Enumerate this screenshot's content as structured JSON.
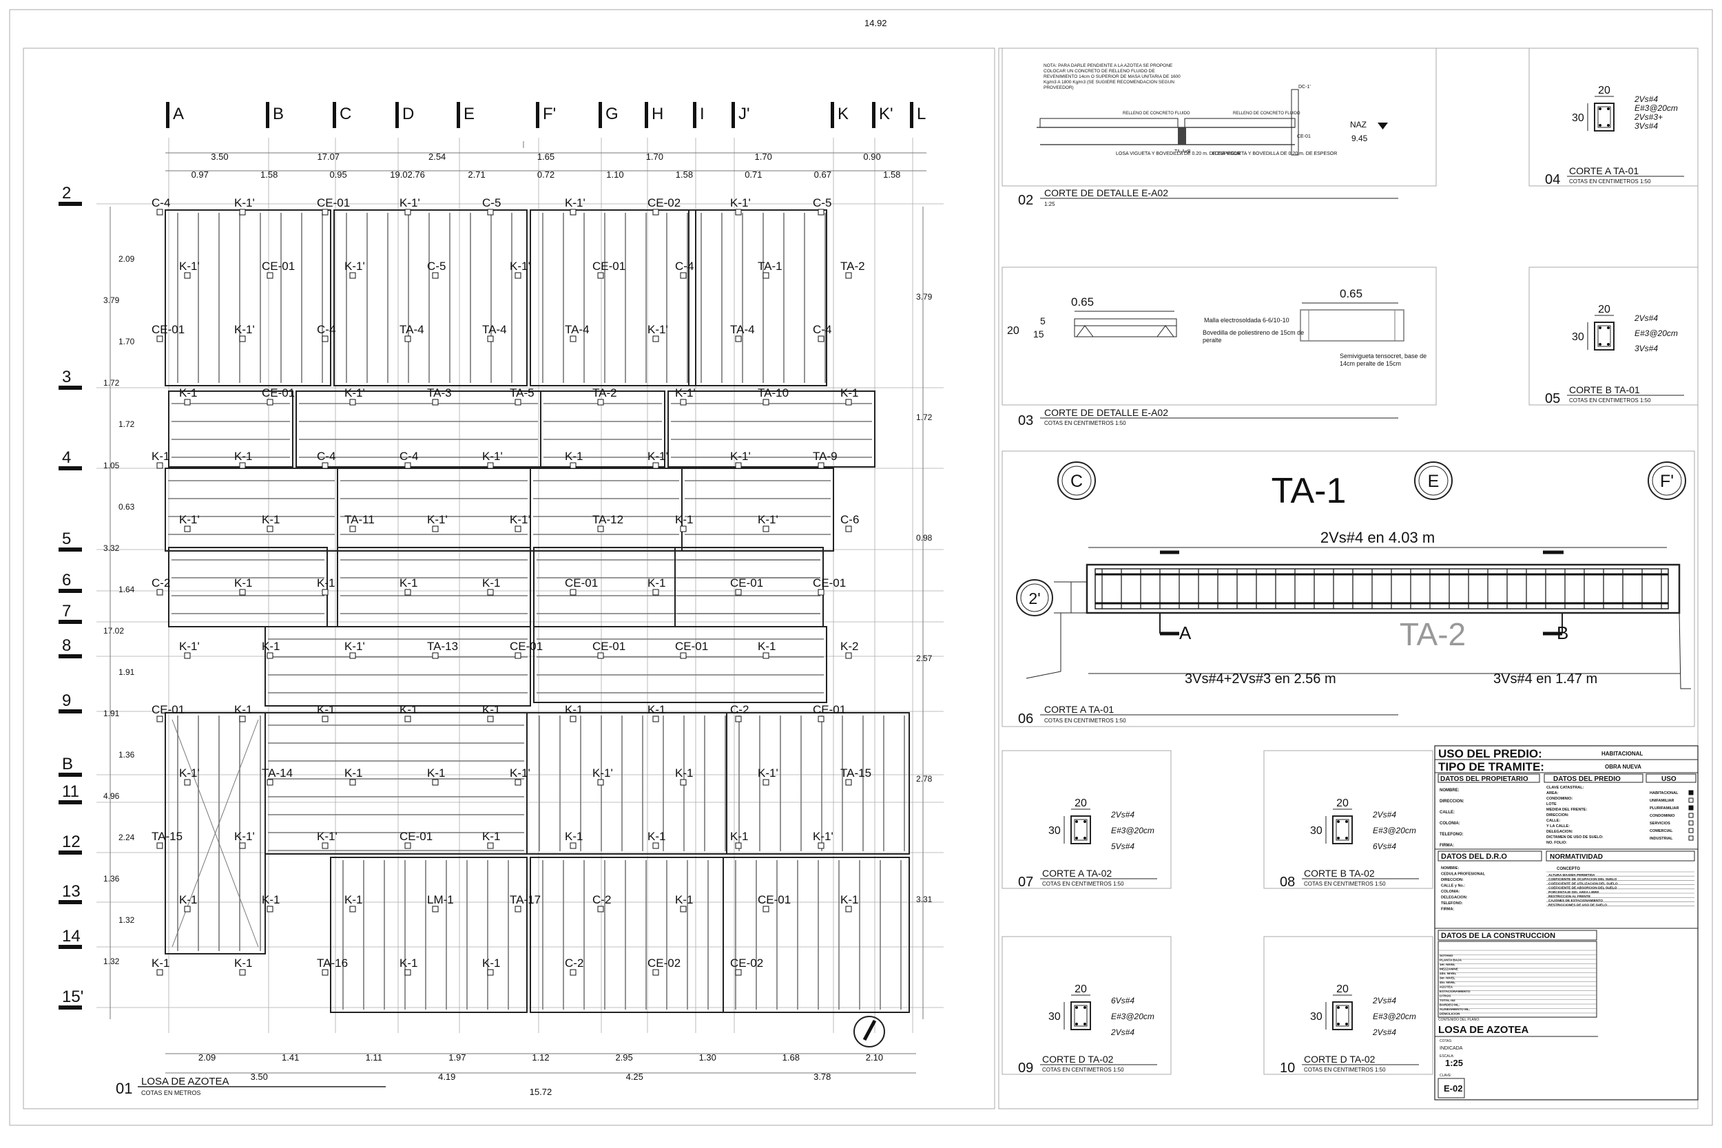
{
  "sheet": {
    "code": "E-02",
    "drawing_title": "LOSA DE AZOTEA",
    "scale_label": "ESCALA:",
    "scale": "1:25",
    "cotas_label": "COTAS:",
    "cotas": "INDICADA",
    "clave_label": "CLAVE:"
  },
  "plan": {
    "label_num": "01",
    "label_title": "LOSA DE AZOTEA",
    "label_sub": "COTAS EN METROS",
    "axis_cols": [
      "A",
      "B",
      "C",
      "D",
      "E",
      "F'",
      "G",
      "H",
      "I",
      "J'",
      "K",
      "K'",
      "L"
    ],
    "axis_rows": [
      "2",
      "3",
      "4",
      "5",
      "6",
      "7",
      "8",
      "9",
      "B",
      "11",
      "12",
      "13",
      "14",
      "15'"
    ],
    "dims_top_total": "14.92",
    "dims_top_row1": [
      "3.50",
      "17.07",
      "2.54",
      "1.65",
      "1.70",
      "1.70",
      "0.90"
    ],
    "dims_top_row2": [
      "0.97",
      "1.58",
      "0.95",
      "19.02.76",
      "2.71",
      "0.72",
      "1.10",
      "1.58",
      "0.71",
      "0.67",
      "1.58"
    ],
    "dims_left": [
      "2.09",
      "3.79",
      "1.70",
      "1.72",
      "1.72",
      "1.05",
      "0.63",
      "3.32",
      "1.64",
      "17.02",
      "1.91",
      "1.91",
      "1.36",
      "4.96",
      "2.24",
      "1.36",
      "1.32",
      "1.32"
    ],
    "dims_right": [
      "3.79",
      "1.72",
      "0.98",
      "2.57",
      "2.78",
      "3.31"
    ],
    "dims_bottom_row1": [
      "2.09",
      "1.41",
      "1.11",
      "1.97",
      "1.12",
      "2.95",
      "1.30",
      "1.68",
      "2.10"
    ],
    "dims_bottom_row2": [
      "3.50",
      "4.19",
      "4.25",
      "3.78"
    ],
    "dims_bottom_total": "15.72",
    "labels": [
      "C-4",
      "K-1'",
      "CE-01",
      "K-1'",
      "C-5",
      "K-1'",
      "CE-02",
      "K-1'",
      "C-5",
      "K-1'",
      "CE-01",
      "K-1'",
      "C-5",
      "K-1'",
      "CE-01",
      "C-4",
      "TA-1",
      "TA-2",
      "CE-01",
      "K-1'",
      "C-4",
      "TA-4",
      "TA-4",
      "TA-4",
      "K-1'",
      "TA-4",
      "C-4",
      "K-1",
      "CE-01",
      "K-1'",
      "TA-3",
      "TA-5",
      "TA-2",
      "K-1'",
      "TA-10",
      "K-1",
      "K-1",
      "K-1",
      "C-4",
      "C-4",
      "K-1'",
      "K-1",
      "K-1'",
      "K-1'",
      "TA-9",
      "K-1'",
      "K-1",
      "TA-11",
      "K-1'",
      "K-1'",
      "TA-12",
      "K-1",
      "K-1'",
      "C-6",
      "C-2",
      "K-1",
      "K-1",
      "K-1",
      "K-1",
      "CE-01",
      "K-1",
      "CE-01",
      "CE-01",
      "K-1'",
      "K-1",
      "K-1'",
      "TA-13",
      "CE-01",
      "CE-01",
      "CE-01",
      "K-1",
      "K-2",
      "CE-01",
      "K-1",
      "K-1",
      "K-1",
      "K-1",
      "K-1",
      "K-1",
      "C-2",
      "CE-01",
      "K-1'",
      "TA-14",
      "K-1",
      "K-1",
      "K-1'",
      "K-1'",
      "K-1",
      "K-1'",
      "TA-15",
      "TA-15",
      "K-1'",
      "K-1'",
      "CE-01",
      "K-1",
      "K-1",
      "K-1",
      "K-1",
      "K-1'",
      "K-1",
      "K-1",
      "K-1",
      "LM-1",
      "TA-17",
      "C-2",
      "K-1",
      "CE-01",
      "K-1",
      "K-1",
      "K-1",
      "TA-16",
      "K-1",
      "K-1",
      "C-2",
      "CE-02",
      "CE-02"
    ]
  },
  "detail02": {
    "num": "02",
    "title": "CORTE DE DETALLE E-A02",
    "sub": "1:25",
    "note": "NOTA: PARA DARLE PENDIENTE A LA AZOTEA SE PROPONE COLOCAR UN CONCRETO DE RELLENO FLUIDO DE REVENIMIENTO 14cm O SUPERIOR DE MASA UNITARIA DE 1600 Kg/m3 A 1800 Kg/m3 (SE SUGIERE RECOMENDACION SEGUN PROVEEDOR)",
    "relleno1": "RELLENO DE CONCRETO FLUIDO",
    "relleno2": "RELLENO DE CONCRETO FLUIDO",
    "losa1": "LOSA VIGUETA Y BOVEDILLA DE 0.20 m. DE ESPESOR",
    "ta": "TA-AxB",
    "losa2": "LOSA VIGUETA Y BOVEDILLA DE 0.20 m. DE ESPESOR",
    "dc": "DC-1'",
    "ce": "CE-01",
    "naz": "NAZ",
    "naz_val": "9.45"
  },
  "detail03": {
    "num": "03",
    "title": "CORTE DE DETALLE E-A02",
    "sub": "COTAS EN CENTIMETROS 1:50",
    "w1": "0.65",
    "w2": "0.65",
    "h_total": "20",
    "h1": "5",
    "h2": "15",
    "malla": "Malla electrosoldada 6-6/10-10",
    "bovedilla": "Bovedilla de poliestireno de 15cm de peralte",
    "semi": "Semivigueta tensocret, base de 14cm peralte de 15cm"
  },
  "sections": [
    {
      "num": "04",
      "title": "CORTE A TA-01",
      "sub": "COTAS EN CENTIMETROS 1:50",
      "w": "20",
      "h": "30",
      "lines": [
        "2Vs#4",
        "E#3@20cm",
        "2Vs#3+",
        "3Vs#4"
      ]
    },
    {
      "num": "05",
      "title": "CORTE B TA-01",
      "sub": "COTAS EN CENTIMETROS 1:50",
      "w": "20",
      "h": "30",
      "lines": [
        "2Vs#4",
        "E#3@20cm",
        "3Vs#4"
      ]
    },
    {
      "num": "07",
      "title": "CORTE A TA-02",
      "sub": "COTAS EN CENTIMETROS 1:50",
      "w": "20",
      "h": "30",
      "lines": [
        "2Vs#4",
        "E#3@20cm",
        "5Vs#4"
      ]
    },
    {
      "num": "08",
      "title": "CORTE B TA-02",
      "sub": "COTAS EN CENTIMETROS 1:50",
      "w": "20",
      "h": "30",
      "lines": [
        "2Vs#4",
        "E#3@20cm",
        "6Vs#4"
      ]
    },
    {
      "num": "09",
      "title": "CORTE D TA-02",
      "sub": "COTAS EN CENTIMETROS 1:50",
      "w": "20",
      "h": "30",
      "lines": [
        "6Vs#4",
        "E#3@20cm",
        "2Vs#4"
      ]
    },
    {
      "num": "10",
      "title": "CORTE D TA-02",
      "sub": "COTAS EN CENTIMETROS 1:50",
      "w": "20",
      "h": "30",
      "lines": [
        "2Vs#4",
        "E#3@20cm",
        "2Vs#4"
      ]
    }
  ],
  "beam": {
    "num": "06",
    "title": "CORTE A TA-01",
    "sub": "COTAS EN CENTIMETROS 1:50",
    "name": "TA-1",
    "name2": "TA-2",
    "axes": [
      "C",
      "E",
      "F'"
    ],
    "axis_left": "2'",
    "top_bars": "2Vs#4  en 4.03 m",
    "bot_bars1": "3Vs#4+2Vs#3  en 2.56 m",
    "bot_bars2": "3Vs#4  en 1.47 m",
    "cut_a": "A",
    "cut_b": "B"
  },
  "titleblock": {
    "uso_label": "USO DEL PREDIO:",
    "uso": "HABITACIONAL",
    "tramite_label": "TIPO DE TRAMITE:",
    "tramite": "OBRA NUEVA",
    "propietario": "DATOS DEL PROPIETARIO",
    "predio": "DATOS DEL PREDIO",
    "uso_col": "USO",
    "prop_fields": [
      "NOMBRE:",
      "DIRECCION:",
      "CALLE:",
      "COLONIA:",
      "TELEFONO:",
      "FIRMA:"
    ],
    "predio_fields": [
      "CLAVE CATASTRAL:",
      "AREA:",
      "CONDOMINIO:",
      "LOTE",
      "MEDIDA DEL FRENTE:",
      "DIRECCION:",
      "CALLE:",
      "Y LA CALLE:",
      "DELEGACION:",
      "DICTAMEN DE USO DE SUELO:",
      "NO. FOLIO:"
    ],
    "uso_fields": [
      "HABITACIONAL",
      "UNIFAMILIAR",
      "PLURIFAMILIAR",
      "CONDOMINIO",
      "SERVICIOS",
      "COMERCIAL",
      "INDUSTRIAL"
    ],
    "dro": "DATOS DEL D.R.O",
    "dro_fields": [
      "NOMBRE:",
      "CEDULA PROFESIONAL",
      "DIRECCION:",
      "CALLE y No.:",
      "COLONIA:",
      "DELEGACION:",
      "TELEFONO:",
      "FIRMA:"
    ],
    "normatividad": "NORMATIVIDAD",
    "concepto": "CONCEPTO",
    "norm_fields": [
      "ALTURA MAXIMA PERMITIDA",
      "COEFICIENTE DE OCUPACION DEL SUELO",
      "COEFICIENTE DE UTILIZACION DEL SUELO",
      "COEFICIENTE DE ABSORCION DEL SUELO",
      "PORCENTAJE DEL AREA LIBRE",
      "RESTRICCION AL FRENTE",
      "CAJONES DE ESTACIONAMIENTO",
      "RESTRICCIONES DE USO DE SUELO"
    ],
    "construccion": "DATOS DE LA CONSTRUCCION",
    "const_fields": [
      "SOTANO",
      "PLANTA BAJA",
      "1er. NIVEL",
      "MEZZANINE",
      "2do. NIVEL",
      "3er. NIVEL",
      "4to. NIVEL",
      "AZOTEA",
      "ESTACIONAMIENTO",
      "OTROS",
      "TOTAL m2",
      "BARDEO ML.",
      "ALINEAMIENTO ML.",
      "DEMOLICION"
    ],
    "contenido": "CONTENIDO DEL PLANO:"
  }
}
